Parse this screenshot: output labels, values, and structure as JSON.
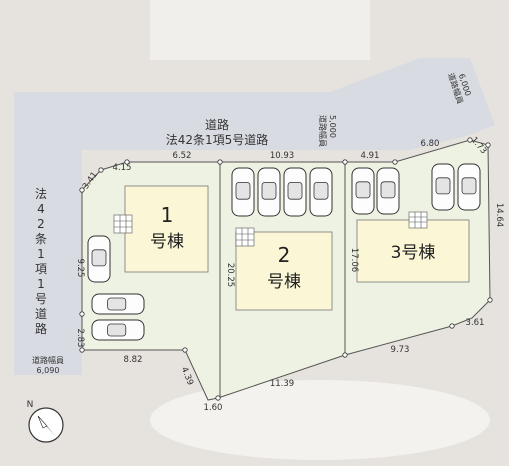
{
  "roads": {
    "top_line1": "道路",
    "top_line2": "法42条1項5号道路",
    "left_vertical": "法42条1項1号道路",
    "top_width_label": "道路幅員",
    "top_width_value": "5,000",
    "right_width_label": "道路幅員",
    "right_width_value": "6,000",
    "left_width_label": "道路幅員",
    "left_width_value": "6,090"
  },
  "houses": [
    {
      "num": "1",
      "name": "号棟"
    },
    {
      "num": "2",
      "name": "号棟"
    },
    {
      "num": "3号棟",
      "name": ""
    }
  ],
  "dimensions": {
    "d_341": "3.41",
    "d_415": "4.15",
    "d_652": "6.52",
    "d_1093": "10.93",
    "d_491": "4.91",
    "d_680": "6.80",
    "d_173": "1.73",
    "d_1464": "14.64",
    "d_925": "9.25",
    "d_2025": "20.25",
    "d_1706": "17.06",
    "d_283": "2.83",
    "d_882": "8.82",
    "d_439": "4.39",
    "d_160": "1.60",
    "d_1139": "11.39",
    "d_973": "9.73",
    "d_361": "3.61"
  },
  "compass": {
    "label": "N"
  },
  "colors": {
    "lot_fill": "#eef2e2",
    "house_fill": "#fbf7d6",
    "road_fill": "#d5d9e0",
    "line": "#555555"
  }
}
